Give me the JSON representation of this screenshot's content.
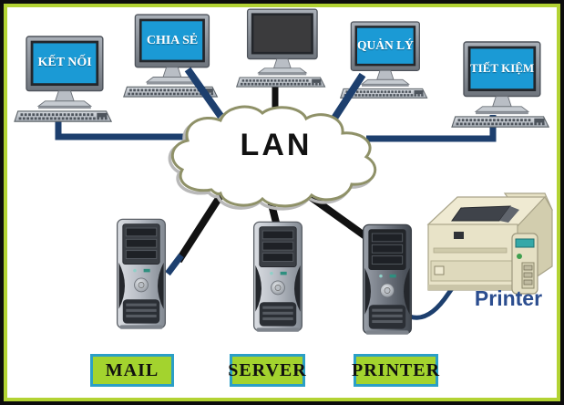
{
  "diagram": {
    "cloud": {
      "label": "LAN"
    },
    "workstations": [
      {
        "label": "KẾT NỐI"
      },
      {
        "label": "CHIA SẺ"
      },
      {
        "label": ""
      },
      {
        "label": "QUẢN LÝ"
      },
      {
        "label": "TIẾT KIỆM"
      }
    ],
    "server_tags": [
      {
        "label": "MAIL"
      },
      {
        "label": "SERVER"
      },
      {
        "label": "PRINTER"
      }
    ],
    "printer": {
      "caption": "Printer"
    },
    "colors": {
      "outer_border": "#0d0d0d",
      "inner_border": "#b3d334",
      "screen_blue": "#1b9ad5",
      "tag_fill": "#a3d32e",
      "tag_border": "#2b9fc6",
      "cable_navy": "#1d3f6e",
      "cable_black": "#121212",
      "printer_caption_blue": "#2b4d8f",
      "cloud_outline": "#8f9168"
    }
  }
}
